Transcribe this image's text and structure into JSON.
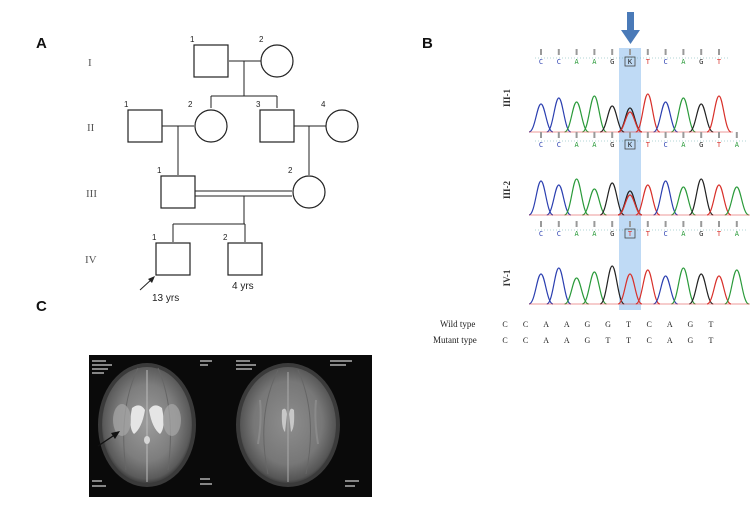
{
  "panels": {
    "a": "A",
    "b": "B",
    "c": "C"
  },
  "pedigree": {
    "generations": [
      "I",
      "II",
      "III",
      "IV"
    ],
    "individual_numbers": {
      "I-1": "1",
      "I-2": "2",
      "II-1": "1",
      "II-2": "2",
      "II-3": "3",
      "II-4": "4",
      "III-1": "1",
      "III-2": "2",
      "IV-1": "1",
      "IV-2": "2"
    },
    "affected_color": "#c0180a",
    "ages": {
      "proband": "13 yrs",
      "sibling": "4 yrs"
    }
  },
  "sequencing": {
    "samples": [
      "III-1",
      "III-2",
      "IV-1"
    ],
    "track_bases": [
      [
        "C",
        "C",
        "A",
        "A",
        "G",
        "K",
        "T",
        "C",
        "A",
        "G",
        "T"
      ],
      [
        "C",
        "C",
        "A",
        "A",
        "G",
        "K",
        "T",
        "C",
        "A",
        "G",
        "T",
        "A"
      ],
      [
        "C",
        "C",
        "A",
        "A",
        "G",
        "T",
        "T",
        "C",
        "A",
        "G",
        "T",
        "A"
      ]
    ],
    "wild_type_label": "Wild type",
    "wild_type_seq": [
      "C",
      "C",
      "A",
      "A",
      "G",
      "G",
      "T",
      "C",
      "A",
      "G",
      "T"
    ],
    "mutant_type_label": "Mutant  type",
    "mutant_type_seq": [
      "C",
      "C",
      "A",
      "A",
      "G",
      "T",
      "T",
      "C",
      "A",
      "G",
      "T"
    ],
    "variant_index": 5,
    "variant_color": "#d42a1e",
    "highlight_color": "#a9cdf2",
    "arrow_color": "#4a7ab8",
    "base_colors": {
      "A": "#2a9a3a",
      "C": "#2b3fb0",
      "G": "#222222",
      "T": "#d8302a",
      "K": "#222222"
    }
  },
  "mri": {
    "background_color": "#0a0a0a"
  }
}
